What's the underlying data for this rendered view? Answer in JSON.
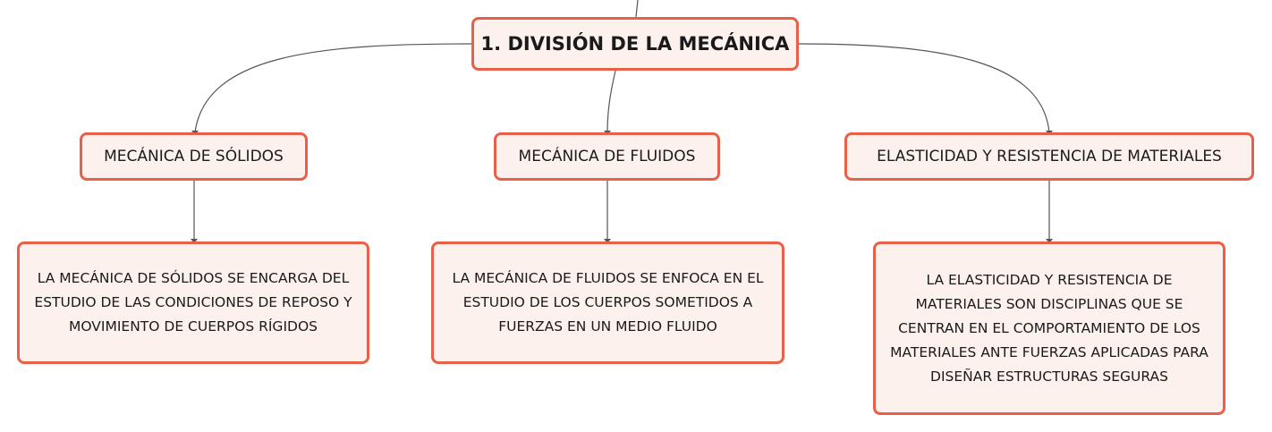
{
  "colors": {
    "node_fill": "#fdf1ee",
    "node_border": "#e8604a",
    "connector": "#555555"
  },
  "root": {
    "label": "1. DIVISIÓN DE LA MECÁNICA"
  },
  "branches": [
    {
      "label": "MECÁNICA DE SÓLIDOS",
      "description": "LA MECÁNICA DE SÓLIDOS SE ENCARGA DEL ESTUDIO DE LAS CONDICIONES DE REPOSO Y MOVIMIENTO DE CUERPOS RÍGIDOS"
    },
    {
      "label": "MECÁNICA DE FLUIDOS",
      "description": "LA MECÁNICA DE FLUIDOS SE ENFOCA EN EL ESTUDIO DE LOS CUERPOS SOMETIDOS A FUERZAS EN UN MEDIO FLUIDO"
    },
    {
      "label": "ELASTICIDAD Y RESISTENCIA DE MATERIALES",
      "description": "LA ELASTICIDAD Y RESISTENCIA DE MATERIALES SON DISCIPLINAS QUE SE CENTRAN EN EL COMPORTAMIENTO DE LOS MATERIALES ANTE FUERZAS APLICADAS PARA DISEÑAR ESTRUCTURAS SEGURAS"
    }
  ]
}
